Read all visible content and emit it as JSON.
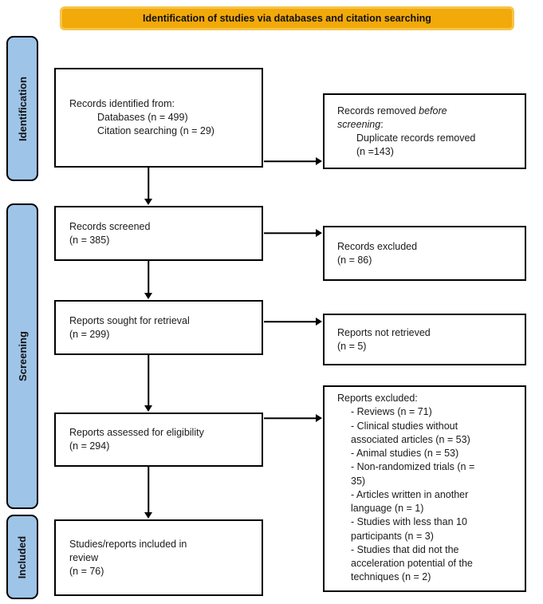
{
  "banner": {
    "label": "Identification of studies via databases and citation searching"
  },
  "stages": [
    {
      "label": "Identification"
    },
    {
      "label": "Screening"
    },
    {
      "label": "Included"
    }
  ],
  "colors": {
    "banner_fill": "#F2A90A",
    "banner_border": "#F6C54A",
    "stage_fill": "#9EC4E8",
    "box_border": "#000000"
  },
  "boxes": {
    "identified": {
      "lines": [
        {
          "text": "Records identified from:"
        },
        {
          "text": "Databases (n = 499)",
          "indent": true
        },
        {
          "text": "Citation searching (n = 29)",
          "indent": true
        }
      ]
    },
    "removed_before_screening": {
      "lines": [
        {
          "parts": [
            {
              "text": "Records removed "
            },
            {
              "text": "before",
              "italic": true
            }
          ]
        },
        {
          "parts": [
            {
              "text": "screening",
              "italic": true
            },
            {
              "text": ":"
            }
          ]
        },
        {
          "text": "Duplicate records removed",
          "indent": true
        },
        {
          "text": "(n =143)",
          "indent": true
        }
      ]
    },
    "screened": {
      "lines": [
        {
          "text": "Records screened"
        },
        {
          "text": "(n = 385)"
        }
      ]
    },
    "records_excluded": {
      "lines": [
        {
          "text": "Records excluded"
        },
        {
          "text": "(n = 86)"
        }
      ]
    },
    "sought_for_retrieval": {
      "lines": [
        {
          "text": "Reports sought for retrieval"
        },
        {
          "text": "(n = 299)"
        }
      ]
    },
    "not_retrieved": {
      "lines": [
        {
          "text": "Reports not retrieved"
        },
        {
          "text": "(n = 5)"
        }
      ]
    },
    "assessed_for_eligibility": {
      "lines": [
        {
          "text": "Reports assessed for eligibility"
        },
        {
          "text": "(n = 294)"
        }
      ]
    },
    "reports_excluded": {
      "lines": [
        {
          "text": "Reports excluded:"
        },
        {
          "text": "- Reviews (n = 71)",
          "indent": true
        },
        {
          "text": "- Clinical studies without",
          "indent": true
        },
        {
          "text": "associated articles (n = 53)",
          "indent": true
        },
        {
          "text": "- Animal studies (n = 53)",
          "indent": true
        },
        {
          "text": "- Non-randomized trials (n =",
          "indent": true
        },
        {
          "text": "35)",
          "indent": true
        },
        {
          "text": "- Articles written in another",
          "indent": true
        },
        {
          "text": "language (n = 1)",
          "indent": true
        },
        {
          "text": "- Studies with less than 10",
          "indent": true
        },
        {
          "text": "participants (n = 3)",
          "indent": true
        },
        {
          "text": "- Studies that did not the",
          "indent": true
        },
        {
          "text": "acceleration potential of the",
          "indent": true
        },
        {
          "text": "techniques (n = 2)",
          "indent": true
        }
      ]
    },
    "included_in_review": {
      "lines": [
        {
          "text": "Studies/reports included in"
        },
        {
          "text": "review"
        },
        {
          "text": "(n = 76)"
        }
      ]
    }
  }
}
